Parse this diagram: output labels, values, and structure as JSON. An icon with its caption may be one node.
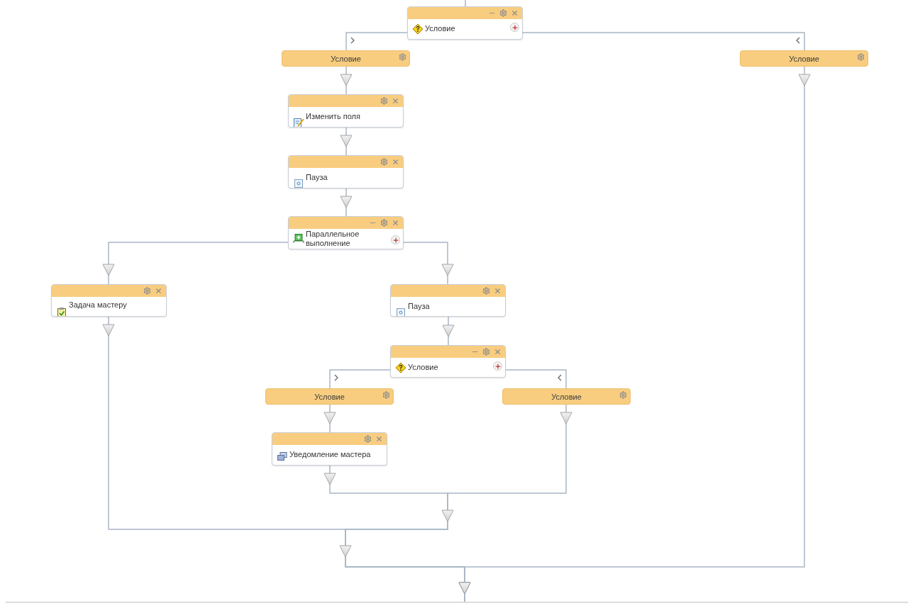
{
  "diagram": {
    "nodes": [
      {
        "text": [
          "Условие"
        ]
      },
      {
        "text": [
          "Условие"
        ]
      },
      {
        "text": [
          "Условие"
        ]
      },
      {
        "text": [
          "Изменить поля"
        ]
      },
      {
        "text": [
          "Пауза"
        ]
      },
      {
        "text": [
          "Параллельное выполнение"
        ]
      },
      {
        "text": [
          "Задача мастеру"
        ]
      },
      {
        "text": [
          "Пауза"
        ]
      },
      {
        "text": [
          "Условие"
        ]
      },
      {
        "text": [
          "Условие"
        ]
      },
      {
        "text": [
          "Условие"
        ]
      },
      {
        "text": [
          "Уведомление мастера"
        ]
      }
    ],
    "edges": [
      {
        "from": null,
        "to": 0,
        "arrow": "none"
      },
      {
        "from": 0,
        "to": 1,
        "arrow": "none"
      },
      {
        "from": 0,
        "to": 2,
        "arrow": "none"
      },
      {
        "from": 1,
        "to": 3,
        "arrow": "to"
      },
      {
        "from": 3,
        "to": 4,
        "arrow": "to"
      },
      {
        "from": 4,
        "to": 5,
        "arrow": "to"
      },
      {
        "from": 5,
        "to": 6,
        "arrow": "to"
      },
      {
        "from": 5,
        "to": 7,
        "arrow": "to"
      },
      {
        "from": 7,
        "to": 8,
        "arrow": "to"
      },
      {
        "from": 8,
        "to": 9,
        "arrow": "none"
      },
      {
        "from": 8,
        "to": 10,
        "arrow": "none"
      },
      {
        "from": 9,
        "to": 11,
        "arrow": "to"
      },
      {
        "from": 11,
        "to": null,
        "arrow": "to"
      },
      {
        "from": 10,
        "to": null,
        "arrow": "to"
      },
      {
        "from": 6,
        "to": null,
        "arrow": "to"
      },
      {
        "from": 2,
        "to": null,
        "arrow": "to"
      }
    ]
  }
}
